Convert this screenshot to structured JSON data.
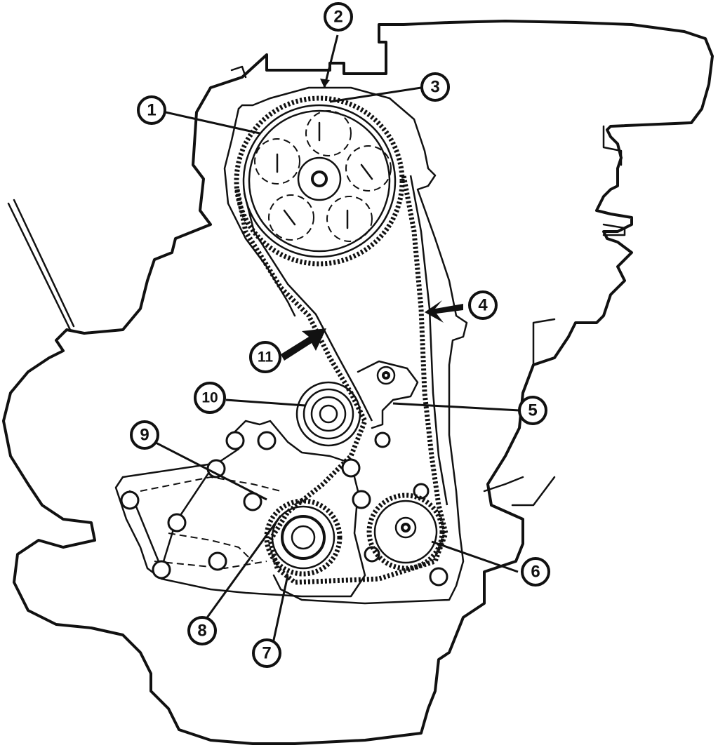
{
  "diagram": {
    "callouts": [
      {
        "id": "1",
        "label": "1"
      },
      {
        "id": "2",
        "label": "2"
      },
      {
        "id": "3",
        "label": "3"
      },
      {
        "id": "4",
        "label": "4"
      },
      {
        "id": "5",
        "label": "5"
      },
      {
        "id": "6",
        "label": "6"
      },
      {
        "id": "7",
        "label": "7"
      },
      {
        "id": "8",
        "label": "8"
      },
      {
        "id": "9",
        "label": "9"
      },
      {
        "id": "10",
        "label": "10"
      },
      {
        "id": "11",
        "label": "11"
      }
    ],
    "colors": {
      "ink": "#111111",
      "paper": "#ffffff"
    }
  }
}
